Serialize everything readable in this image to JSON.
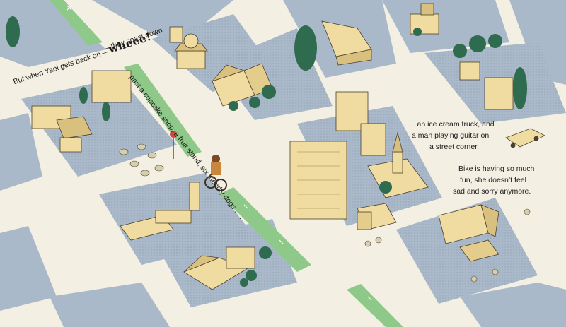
{
  "story": {
    "line1_a": "But when Yael gets back on—",
    "line1_b": "wheee!",
    "line2": "—they coast down",
    "line3": "past a cupcake shop, a fruit stand, six friendly dogs . . .",
    "line4": ". . . an ice cream truck, and",
    "line5": "a man playing guitar on",
    "line6": "a street corner.",
    "line7": "Bike is having so much",
    "line8": "fun, she doesn’t feel",
    "line9": "sad and sorry anymore."
  },
  "colors": {
    "background": "#f3efe2",
    "block": "#aab9c9",
    "bike_lane": "#8fc98a",
    "building": "#f0dca0",
    "building_shade": "#d9c07e",
    "tree": "#2f6b4f",
    "text": "#1c1c1c"
  }
}
